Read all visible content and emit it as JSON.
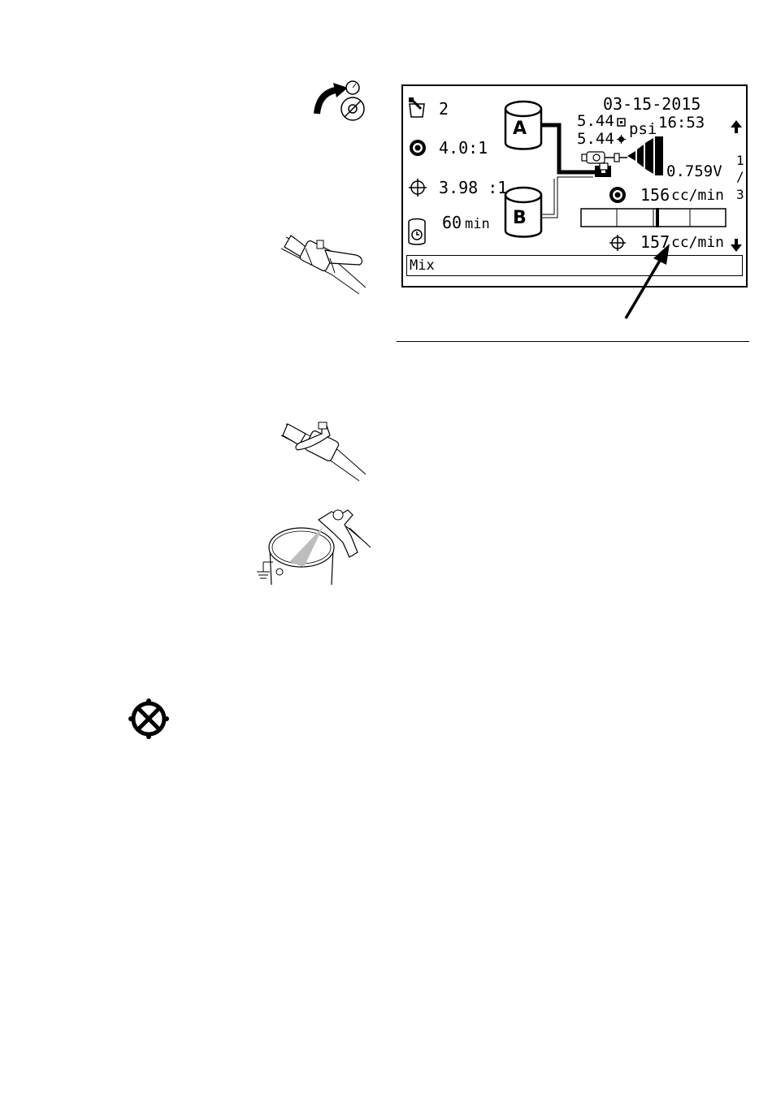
{
  "lcd": {
    "date": "03-15-2015",
    "time": "16:53",
    "pressure_a": "5.44",
    "pressure_b": "5.44",
    "pressure_unit": "psi",
    "voltage": "0.759V",
    "page_num": "1",
    "page_sep": "/",
    "page_total": "3",
    "pot_count": "2",
    "target_ratio": "4.0:1",
    "actual_ratio": "3.98 :1",
    "pot_life": "60",
    "pot_life_unit": "min",
    "tank_a_label": "A",
    "tank_b_label": "B",
    "flow_a": "156",
    "flow_b": "157",
    "flow_unit": "cc/min",
    "status": "Mix"
  },
  "icons": {
    "lcd_pot": "pot-icon",
    "lcd_ratio": "ratio-target-icon",
    "lcd_actual": "crosshair-icon",
    "lcd_potlife": "timer-icon",
    "lcd_up": "arrow-up-icon",
    "lcd_down": "arrow-down-icon",
    "lcd_gun": "spray-gun-icon",
    "lcd_spray": "spray-pattern-icon",
    "pressure_relief": "pressure-relief-icon",
    "valve_open": "ball-valve-icon",
    "valve_closed": "ball-valve-icon",
    "spray_pail": "spray-into-pail-icon",
    "stop": "stop-icon"
  }
}
